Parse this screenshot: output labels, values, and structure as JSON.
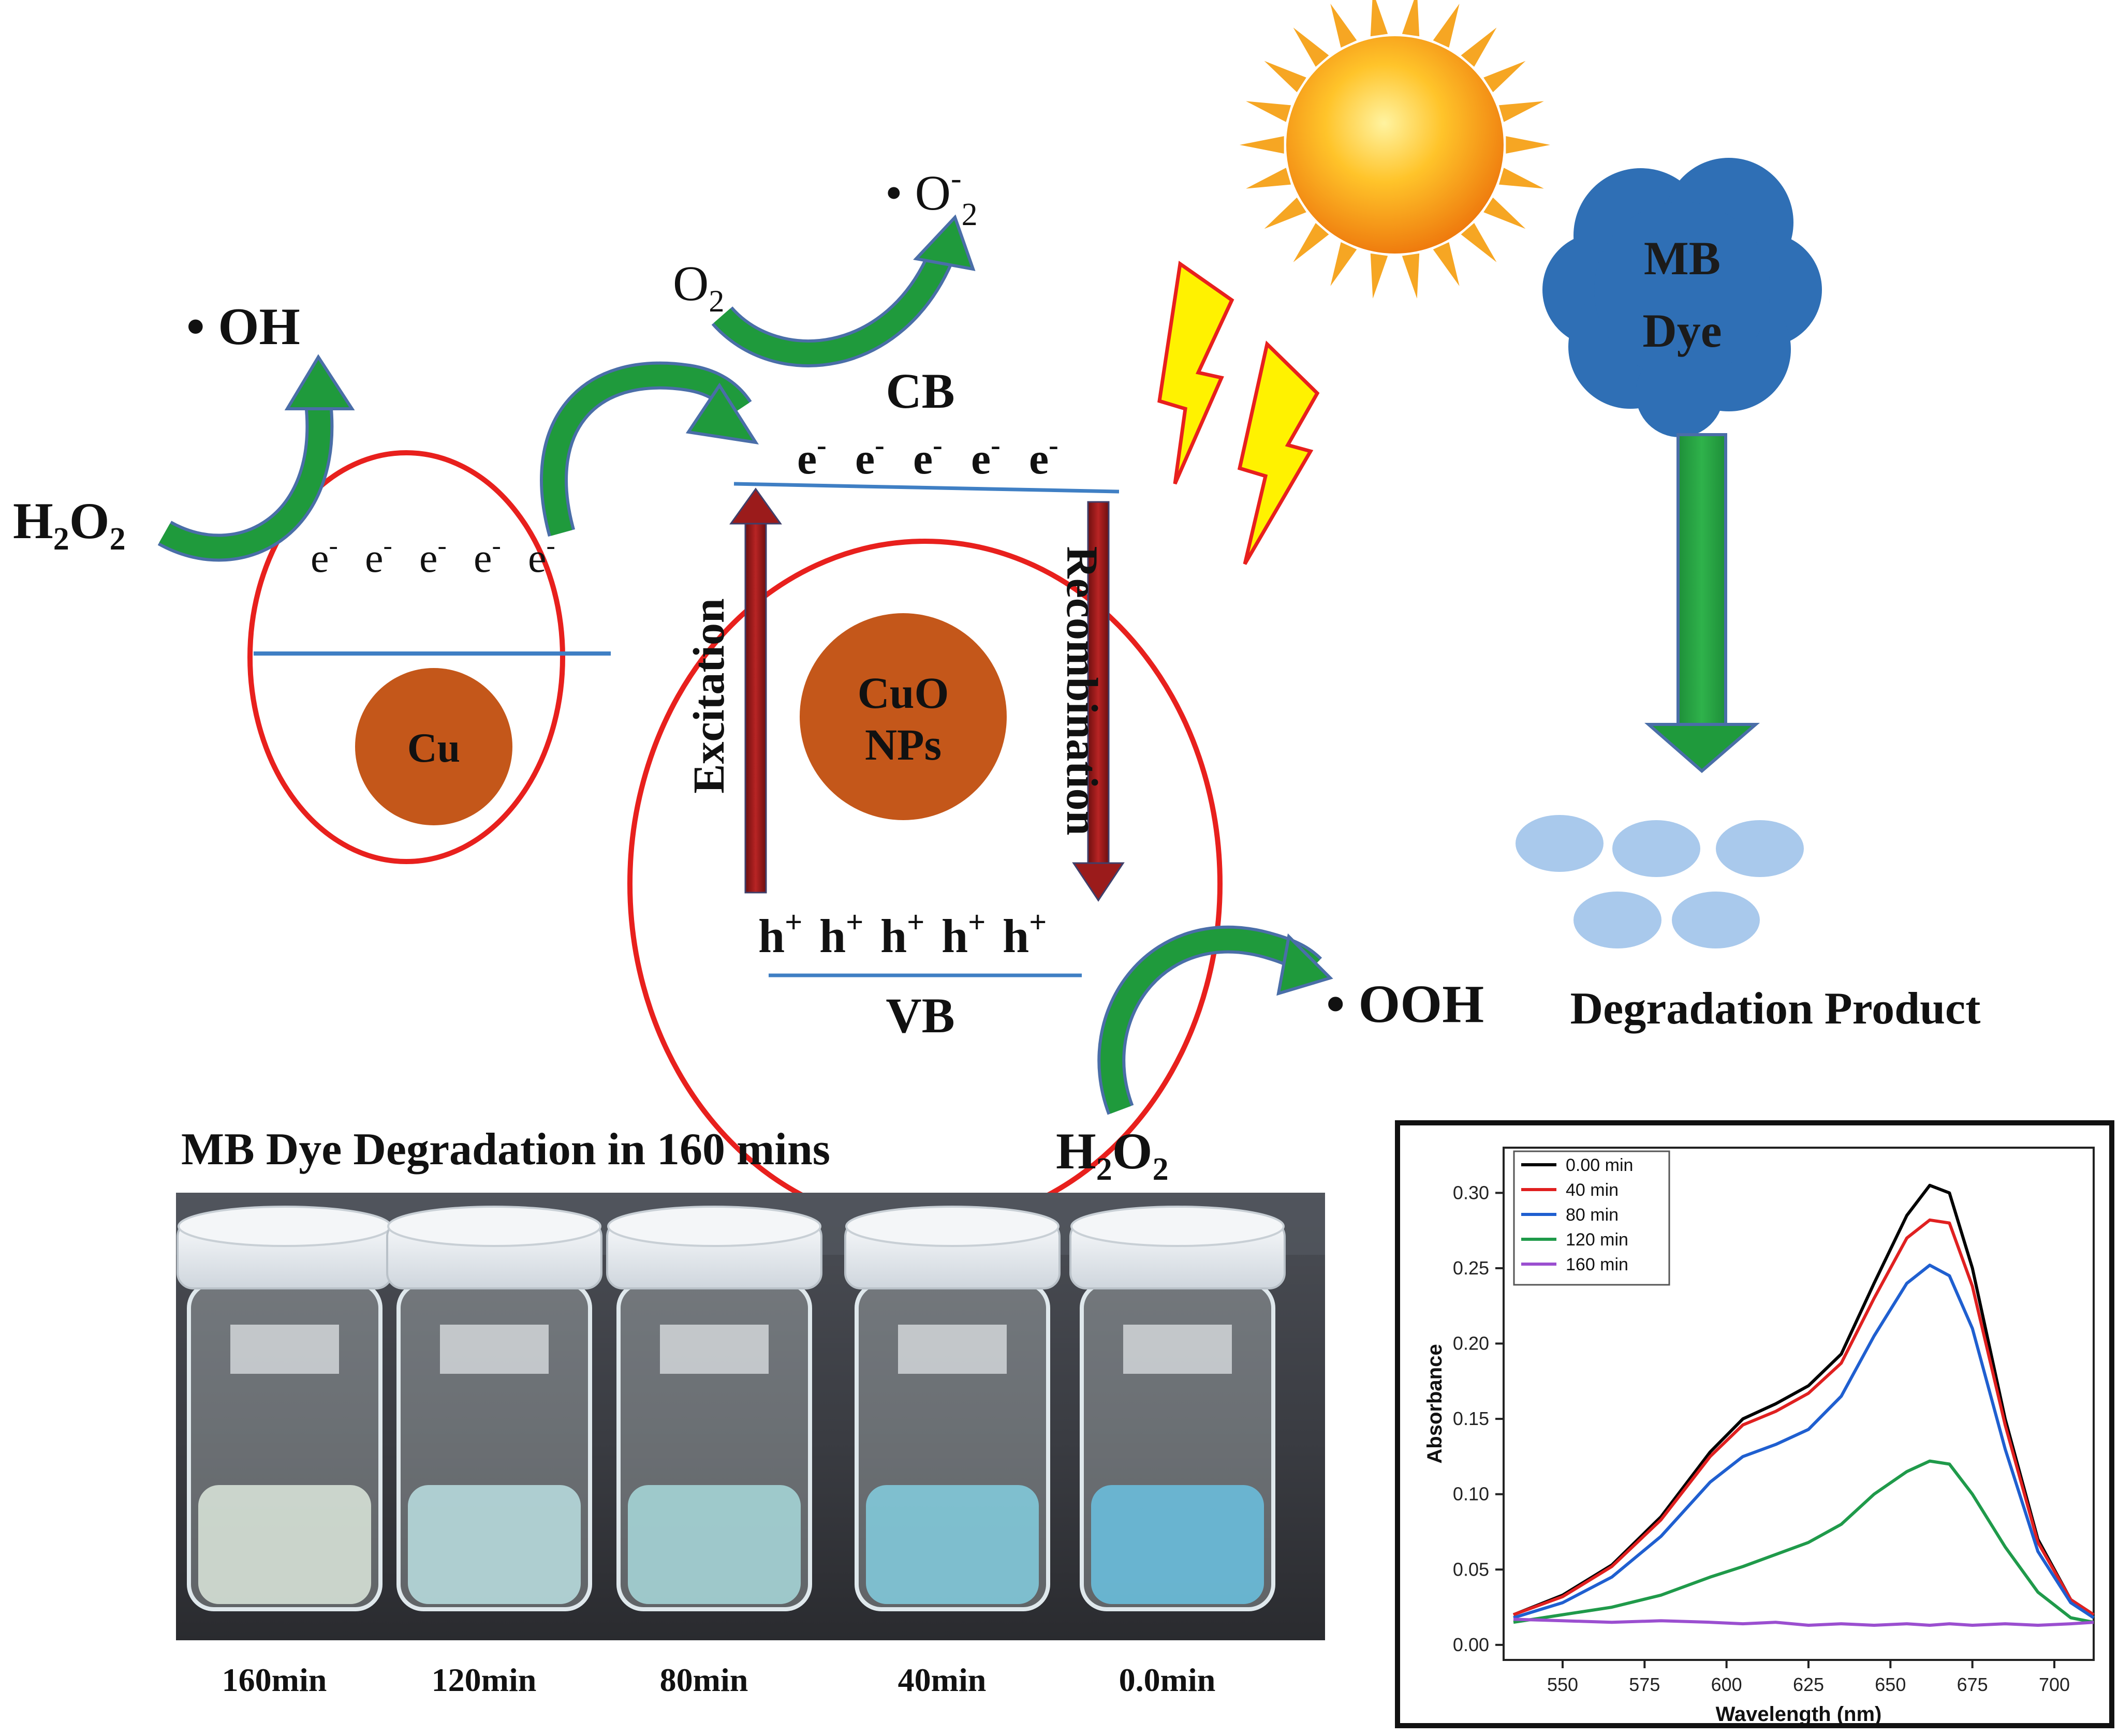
{
  "diagram": {
    "oh_radical": "• OH",
    "h2o2_left": {
      "main": "H",
      "sub1": "2",
      "mid": "O",
      "sub2": "2"
    },
    "o2_label": {
      "main": "O",
      "sub": "2"
    },
    "superoxide_label": {
      "dot": "• O",
      "sup": "-",
      "sub": "2"
    },
    "cb_label": "CB",
    "vb_label": "VB",
    "cb_electrons": "e e e e e",
    "electron_symbol": "e",
    "electron_charge": "-",
    "hole_symbol": "h",
    "hole_charge": "+",
    "excitation_label": "Excitation",
    "recombination_label": "Recombination",
    "cu_label": "Cu",
    "cuo_label_line1": "CuO",
    "cuo_label_line2": "NPs",
    "ooh_radical": "• OOH",
    "h2o2_bottom": {
      "main": "H",
      "sub1": "2",
      "mid": "O",
      "sub2": "2"
    },
    "mb_dye_line1": "MB",
    "mb_dye_line2": "Dye",
    "degradation_product": "Degradation Product",
    "colors": {
      "ring": "#e8201d",
      "particle": "#c4571a",
      "band_line": "#3f7fc4",
      "arrow_green": "#1f9a3c",
      "arrow_outline": "#4a6ea8",
      "bar_arrow": "#9b1b1b",
      "cloud": "#2f6fb5",
      "product": "#a9c9ec",
      "bolt": "#fff200",
      "bolt_edge": "#e8201d",
      "sun": "#f6a623"
    }
  },
  "photo": {
    "title": "MB Dye Degradation in 160 mins",
    "vial_labels": [
      "160min",
      "120min",
      "80min",
      "40min",
      "0.0min"
    ],
    "vial_colors": [
      "#d7e3d3",
      "#a9d8dc",
      "#8fd0d2",
      "#5cbfd8",
      "#3aaedb"
    ]
  },
  "chart_data": {
    "type": "line",
    "xlabel": "Wavelength (nm)",
    "ylabel": "Absorbance",
    "xlim": [
      532,
      712
    ],
    "ylim": [
      -0.01,
      0.33
    ],
    "xticks": [
      "550",
      "575",
      "600",
      "625",
      "650",
      "675",
      "700"
    ],
    "yticks": [
      "0.00",
      "0.05",
      "0.10",
      "0.15",
      "0.20",
      "0.25",
      "0.30"
    ],
    "legend_position": "top-left",
    "x": [
      535,
      550,
      565,
      580,
      595,
      605,
      615,
      625,
      635,
      645,
      655,
      662,
      668,
      675,
      685,
      695,
      705,
      712
    ],
    "series": [
      {
        "name": "0.00 min",
        "color": "#000000",
        "values": [
          0.02,
          0.033,
          0.053,
          0.085,
          0.128,
          0.15,
          0.16,
          0.172,
          0.193,
          0.24,
          0.285,
          0.305,
          0.3,
          0.25,
          0.15,
          0.07,
          0.03,
          0.02
        ]
      },
      {
        "name": "40 min",
        "color": "#e02020",
        "values": [
          0.02,
          0.032,
          0.052,
          0.083,
          0.125,
          0.146,
          0.155,
          0.167,
          0.187,
          0.23,
          0.27,
          0.282,
          0.28,
          0.238,
          0.146,
          0.068,
          0.03,
          0.02
        ]
      },
      {
        "name": "80 min",
        "color": "#1f5fd0",
        "values": [
          0.018,
          0.028,
          0.045,
          0.072,
          0.108,
          0.125,
          0.133,
          0.143,
          0.165,
          0.205,
          0.24,
          0.252,
          0.245,
          0.21,
          0.13,
          0.062,
          0.028,
          0.018
        ]
      },
      {
        "name": "120 min",
        "color": "#1f9a4a",
        "values": [
          0.015,
          0.02,
          0.025,
          0.033,
          0.045,
          0.052,
          0.06,
          0.068,
          0.08,
          0.1,
          0.115,
          0.122,
          0.12,
          0.1,
          0.065,
          0.035,
          0.018,
          0.015
        ]
      },
      {
        "name": "160 min",
        "color": "#9b4fd0",
        "values": [
          0.017,
          0.016,
          0.015,
          0.016,
          0.015,
          0.014,
          0.015,
          0.013,
          0.014,
          0.013,
          0.014,
          0.013,
          0.014,
          0.013,
          0.014,
          0.013,
          0.014,
          0.015
        ]
      }
    ]
  }
}
